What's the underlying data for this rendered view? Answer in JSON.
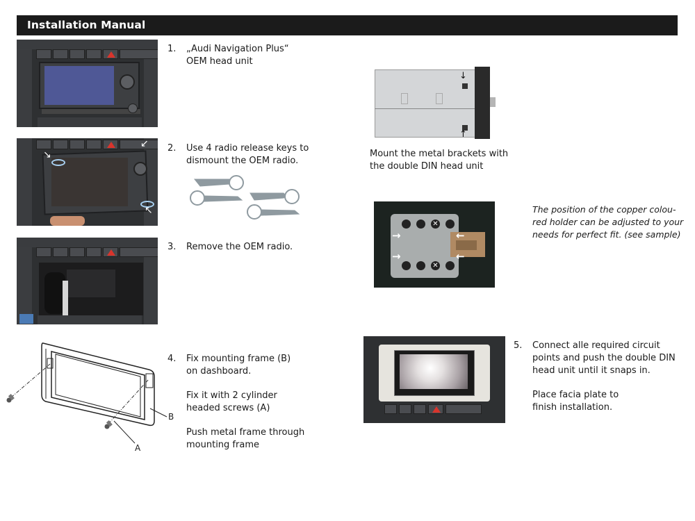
{
  "header": {
    "title": "Installation Manual"
  },
  "steps": [
    {
      "number": "1.",
      "lines": [
        "„Audi Navigation Plus“",
        "OEM head unit"
      ]
    },
    {
      "number": "2.",
      "lines": [
        "Use 4 radio release keys to",
        "dismount the OEM radio."
      ]
    },
    {
      "number": "3.",
      "lines": [
        "Remove the OEM radio."
      ]
    },
    {
      "number": "4.",
      "lines": [
        "Fix mounting frame (B)",
        "on dashboard."
      ],
      "extra": [
        {
          "lines": [
            "Fix it with 2 cylinder",
            "headed screws (A)"
          ]
        },
        {
          "lines": [
            "Push metal frame through",
            "mounting frame"
          ]
        }
      ]
    },
    {
      "number": "5.",
      "lines": [
        "Connect alle required circuit",
        "points and push the double DIN",
        "head unit until it snaps in."
      ],
      "extra": [
        {
          "lines": [
            "Place facia plate to",
            "finish installation."
          ]
        }
      ]
    }
  ],
  "bracket_caption": {
    "lines": [
      "Mount the metal brackets with",
      "the double DIN head unit"
    ]
  },
  "holder_note": {
    "lines": [
      "The position of the copper colou-",
      "red holder can be adjusted to your",
      "needs for perfect fit. (see sample)"
    ]
  },
  "diagram_labels": {
    "frame": "B",
    "screw": "A"
  },
  "colors": {
    "header_bg": "#1b1b1b",
    "header_text": "#ffffff",
    "hazard": "#d9342c",
    "copper": "#b08a63"
  }
}
